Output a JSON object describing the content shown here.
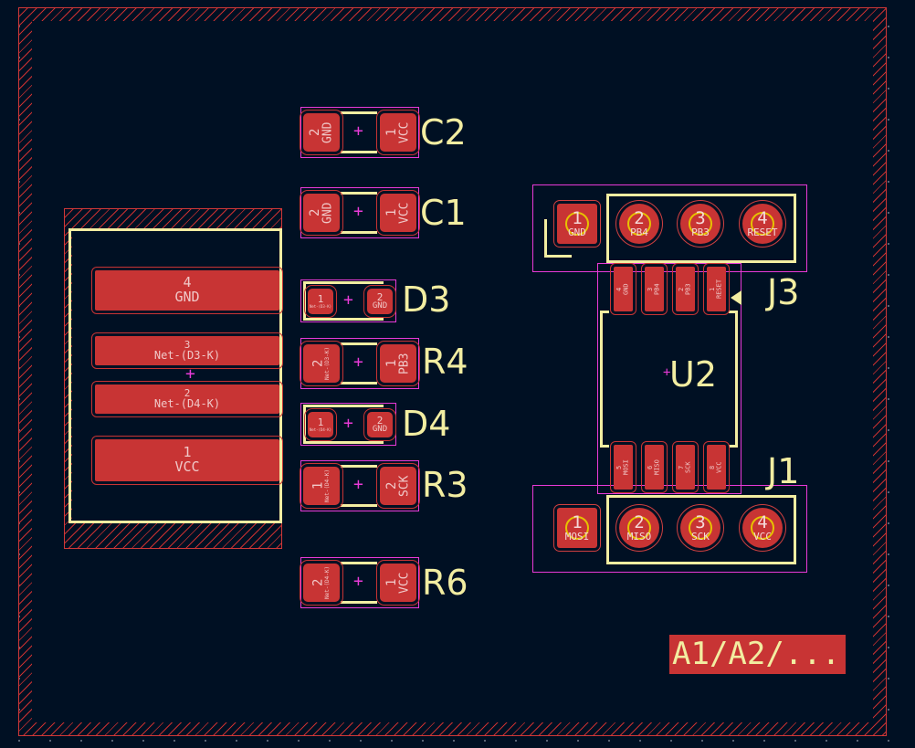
{
  "colors": {
    "background": "#001023",
    "pad": "#c83434",
    "silkscreen": "#f2eda1",
    "courtyard": "#e83ad8",
    "edge": "#d03838",
    "ratsnest": "#3aa0b8"
  },
  "components": {
    "C2": {
      "ref": "C2",
      "pad_left": {
        "num": "2",
        "net": "GND"
      },
      "pad_right": {
        "num": "1",
        "net": "VCC"
      }
    },
    "C1": {
      "ref": "C1",
      "pad_left": {
        "num": "2",
        "net": "GND"
      },
      "pad_right": {
        "num": "1",
        "net": "VCC"
      }
    },
    "D3": {
      "ref": "D3",
      "pad_left": {
        "num": "1",
        "net": "Net-(D3-K)"
      },
      "pad_right": {
        "num": "2",
        "net": "GND"
      }
    },
    "R4": {
      "ref": "R4",
      "pad_left": {
        "num": "2",
        "net": "Net-(D3-K)"
      },
      "pad_right": {
        "num": "1",
        "net": "PB3"
      }
    },
    "D4": {
      "ref": "D4",
      "pad_left": {
        "num": "1",
        "net": "Net-(D4-K)"
      },
      "pad_right": {
        "num": "2",
        "net": "GND"
      }
    },
    "R3": {
      "ref": "R3",
      "pad_left": {
        "num": "1",
        "net": "Net-(D4-K)"
      },
      "pad_right": {
        "num": "2",
        "net": "SCK"
      }
    },
    "R6": {
      "ref": "R6",
      "pad_left": {
        "num": "2",
        "net": "Net-(D4-K)"
      },
      "pad_right": {
        "num": "1",
        "net": "VCC"
      }
    },
    "conn": {
      "pads": [
        {
          "num": "4",
          "net": "GND"
        },
        {
          "num": "3",
          "net": "Net-(D3-K)"
        },
        {
          "num": "2",
          "net": "Net-(D4-K)"
        },
        {
          "num": "1",
          "net": "VCC"
        }
      ]
    },
    "J3": {
      "ref": "J3",
      "pads": [
        {
          "num": "1",
          "net": "GND"
        },
        {
          "num": "2",
          "net": "PB4"
        },
        {
          "num": "3",
          "net": "PB3"
        },
        {
          "num": "4",
          "net": "RESET"
        }
      ]
    },
    "J1": {
      "ref": "J1",
      "pads": [
        {
          "num": "1",
          "net": "MOSI"
        },
        {
          "num": "2",
          "net": "MISO"
        },
        {
          "num": "3",
          "net": "SCK"
        },
        {
          "num": "4",
          "net": "VCC"
        }
      ]
    },
    "U2": {
      "ref": "U2",
      "top_pads": [
        {
          "num": "4",
          "net": "GND"
        },
        {
          "num": "3",
          "net": "PB4"
        },
        {
          "num": "2",
          "net": "PB3"
        },
        {
          "num": "1",
          "net": "RESET"
        }
      ],
      "bottom_pads": [
        {
          "num": "5",
          "net": "MOSI"
        },
        {
          "num": "6",
          "net": "MISO"
        },
        {
          "num": "7",
          "net": "SCK"
        },
        {
          "num": "8",
          "net": "VCC"
        }
      ]
    }
  },
  "label_box": "A1/A2/..."
}
